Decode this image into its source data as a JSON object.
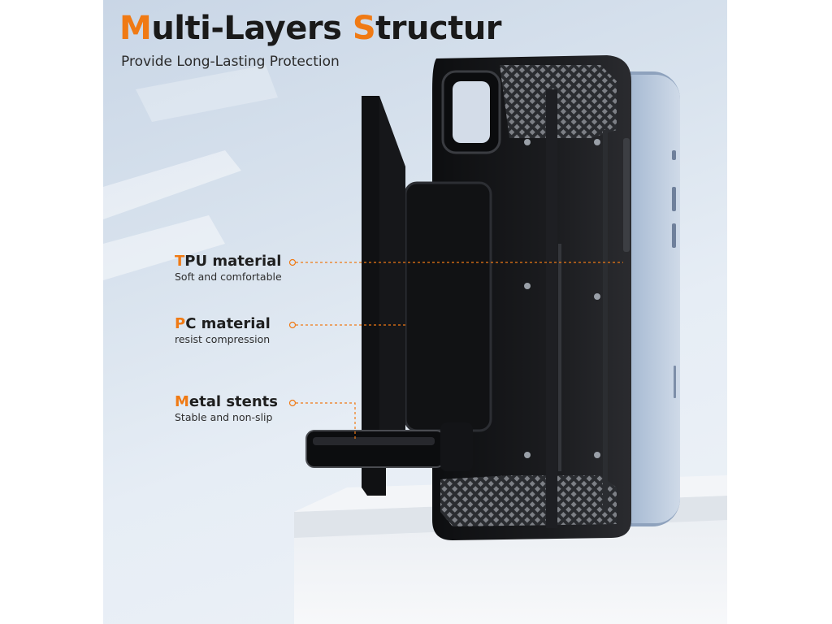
{
  "headline": {
    "first_initial": "M",
    "first_rest": "ulti-Layers ",
    "second_initial": "S",
    "second_rest": "tructur"
  },
  "subheadline": "Provide Long-Lasting Protection",
  "callouts": [
    {
      "initial": "T",
      "rest": "PU material",
      "desc": "Soft and comfortable"
    },
    {
      "initial": "P",
      "rest": "C material",
      "desc": "resist compression"
    },
    {
      "initial": "M",
      "rest": "etal stents",
      "desc": "Stable and non-slip"
    }
  ],
  "colors": {
    "accent": "#f07a14",
    "case": "#151618",
    "phone": "#9fb2cc"
  }
}
